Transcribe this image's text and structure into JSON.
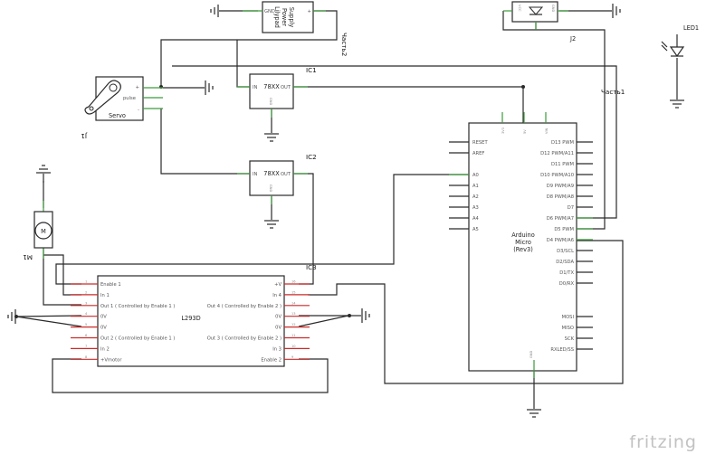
{
  "power_supply": {
    "label_line1": "Lilypad",
    "label_line2": "Power",
    "label_line3": "Supply",
    "pin_gnd": "GND",
    "pin_plus": "+"
  },
  "part_labels": {
    "chast2": "Часть2",
    "chast1": "Часть1",
    "j2": "J2",
    "j1": "J1",
    "m1": "M1"
  },
  "led": {
    "ref": "LED1",
    "pin_vcc": "VCC",
    "pin_gnd": "GND"
  },
  "ic1": {
    "ref": "IC1",
    "name": "78XX",
    "pin_in": "IN",
    "pin_out": "OUT",
    "pin_gnd": "GND"
  },
  "ic2": {
    "ref": "IC2",
    "name": "78XX",
    "pin_in": "IN",
    "pin_out": "OUT",
    "pin_gnd": "GND"
  },
  "ic3": {
    "ref": "IC3",
    "name": "L293D",
    "left_pins": [
      {
        "num": "1",
        "label": "Enable 1"
      },
      {
        "num": "2",
        "label": "In 1"
      },
      {
        "num": "3",
        "label": "Out 1 ( Controlled by Enable 1 )"
      },
      {
        "num": "4",
        "label": "0V"
      },
      {
        "num": "5",
        "label": "0V"
      },
      {
        "num": "6",
        "label": "Out 2 ( Controlled by Enable 1 )"
      },
      {
        "num": "7",
        "label": "In 2"
      },
      {
        "num": "8",
        "label": "+Vmotor"
      }
    ],
    "right_pins": [
      {
        "num": "16",
        "label": "+V"
      },
      {
        "num": "15",
        "label": "In 4"
      },
      {
        "num": "14",
        "label": "Out 4 ( Controlled by Enable 2 )"
      },
      {
        "num": "13",
        "label": "0V"
      },
      {
        "num": "12",
        "label": "0V"
      },
      {
        "num": "11",
        "label": "Out 3 ( Controlled by Enable 2 )"
      },
      {
        "num": "10",
        "label": "In 3"
      },
      {
        "num": "9",
        "label": "Enable 2"
      }
    ]
  },
  "servo": {
    "label": "Servo",
    "pin_pulse": "pulse",
    "pin_plus": "+",
    "pin_minus": "-"
  },
  "motor": {
    "label": "M"
  },
  "arduino": {
    "line1": "Arduino",
    "line2": "Micro",
    "line3": "(Rev3)",
    "top_pins": [
      "3V3",
      "5V",
      "VIN"
    ],
    "left_pins": [
      "RESET",
      "AREF",
      "A0",
      "A1",
      "A2",
      "A3",
      "A4",
      "A5"
    ],
    "right_pins": [
      "D13 PWM",
      "D12 PWM/A11",
      "D11 PWM",
      "D10 PWM/A10",
      "D9 PWM/A9",
      "D8 PWM/A8",
      "D7",
      "D6 PWM/A7",
      "D5 PWM",
      "D4 PWM/A6",
      "D3/SCL",
      "D2/SDA",
      "D1/TX",
      "D0/RX",
      "MOSI",
      "MISO",
      "SCK",
      "RXLED/SS"
    ],
    "bottom_pin": "GND"
  },
  "logo": "fritzing"
}
